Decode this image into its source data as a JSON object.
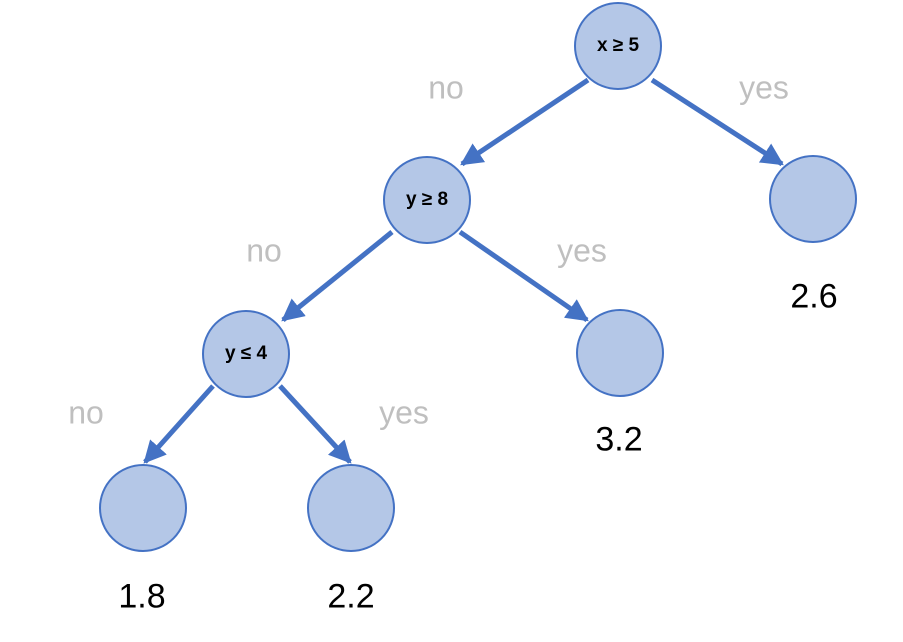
{
  "colors": {
    "node_fill": "#b4c7e7",
    "node_border": "#4472c4",
    "edge": "#4472c4",
    "branch_label": "#bfbfbf",
    "leaf_value": "#000000"
  },
  "nodes": {
    "root": {
      "condition": "x ≥ 5"
    },
    "y_ge_8": {
      "condition": "y ≥ 8"
    },
    "y_le_4": {
      "condition": "y ≤ 4"
    },
    "leaf_x_yes": {
      "value": "2.6"
    },
    "leaf_y8_yes": {
      "value": "3.2"
    },
    "leaf_y4_no": {
      "value": "1.8"
    },
    "leaf_y4_yes": {
      "value": "2.2"
    }
  },
  "branches": {
    "root_no": "no",
    "root_yes": "yes",
    "y8_no": "no",
    "y8_yes": "yes",
    "y4_no": "no",
    "y4_yes": "yes"
  }
}
